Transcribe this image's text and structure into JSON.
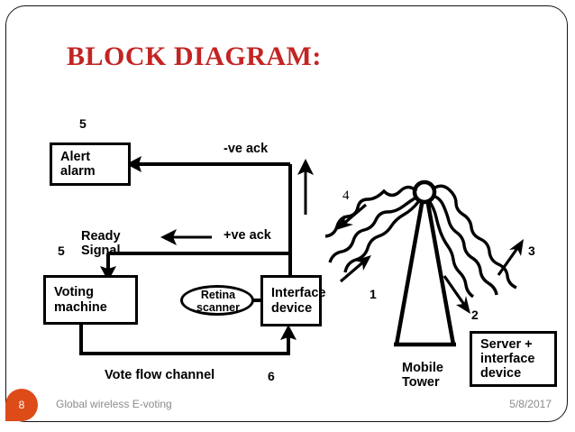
{
  "slide": {
    "title": "BLOCK DIAGRAM:",
    "title_color": "#c32424"
  },
  "blocks": [
    {
      "id": "alert-alarm",
      "label": "Alert\nalarm"
    },
    {
      "id": "voting-machine",
      "label": "Voting\nmachine"
    },
    {
      "id": "interface-device",
      "label": "Interface\ndevice"
    },
    {
      "id": "server-interface",
      "label": "Server +\ninterface\ndevice"
    },
    {
      "id": "retina-scanner",
      "label": "Retina\nscanner"
    }
  ],
  "labels": {
    "neg_ack": "-ve ack",
    "pos_ack": "+ve ack",
    "ready_signal": "Ready\nSignal",
    "vote_flow_channel": "Vote flow channel",
    "mobile_tower": "Mobile\nTower"
  },
  "step_numbers": {
    "alert_alarm_top": "5",
    "ready_signal_left": "5",
    "interface_uplink": "1",
    "tower_to_server": "2",
    "server_to_tower": "3",
    "tower_to_interface": "4",
    "vote_flow": "6"
  },
  "footer": {
    "slide_number": "8",
    "deck_title": "Global wireless E-voting",
    "date": "5/8/2017",
    "badge_color": "#dd4b18"
  }
}
